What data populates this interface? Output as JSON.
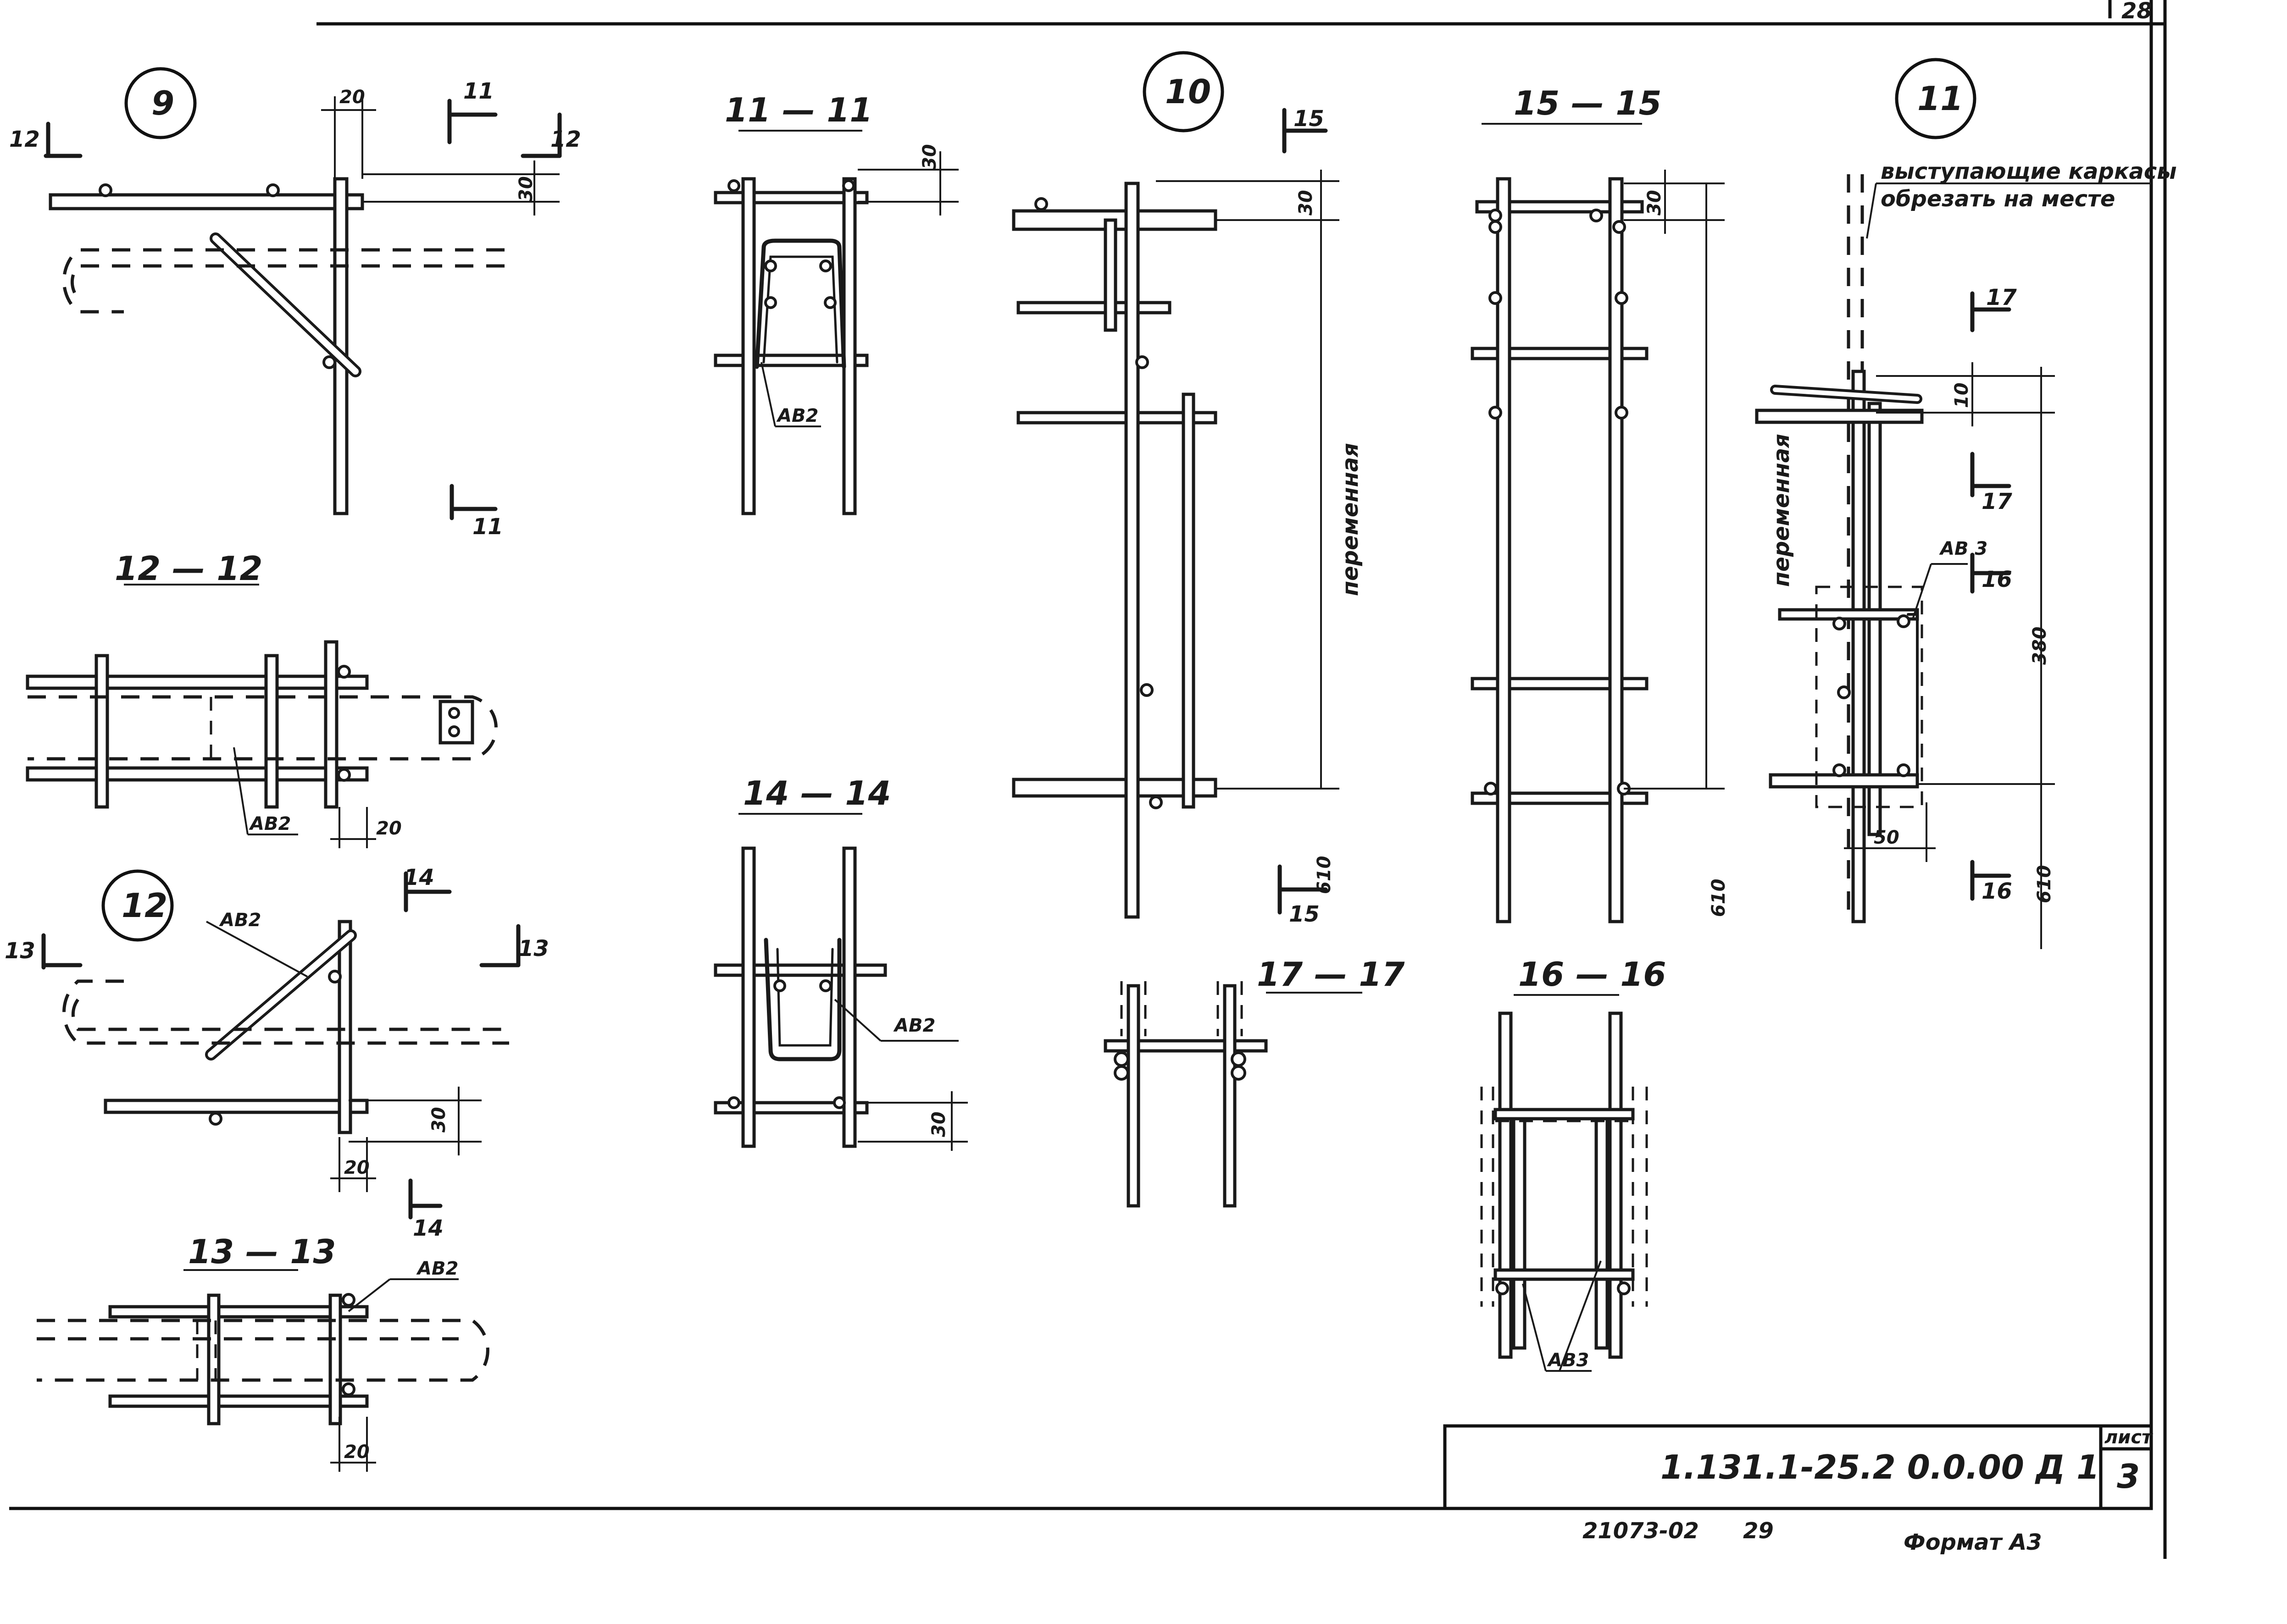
{
  "sheet": {
    "corner_number": "28",
    "stamp_code": "1.131.1-25.2 0.0.00 Д 1",
    "sheet_label": "лист",
    "sheet_number": "3",
    "footer_code": "21073-02",
    "footer_page": "29",
    "format": "Формат А3"
  },
  "nodes": [
    {
      "id": "9",
      "label": "9"
    },
    {
      "id": "10",
      "label": "10"
    },
    {
      "id": "11",
      "label": "11"
    },
    {
      "id": "12",
      "label": "12"
    }
  ],
  "sections": {
    "s11": "11 — 11",
    "s12": "12 — 12",
    "s13": "13 — 13",
    "s14": "14 — 14",
    "s15": "15 — 15",
    "s16": "16 — 16",
    "s17": "17 — 17"
  },
  "cut_marks": {
    "m11": "11",
    "m12": "12",
    "m13": "13",
    "m14": "14",
    "m15": "15",
    "m16": "16",
    "m17": "17"
  },
  "dims": {
    "d20": "20",
    "d30": "30",
    "d10": "10",
    "d50": "50",
    "d380": "380",
    "d610": "610"
  },
  "labels": {
    "ab2": "АВ2",
    "ab3": "АВ 3",
    "ab3b": "АВ3",
    "variable": "переменная",
    "note_line1": "выступающие каркасы",
    "note_line2": "обрезать на месте"
  }
}
